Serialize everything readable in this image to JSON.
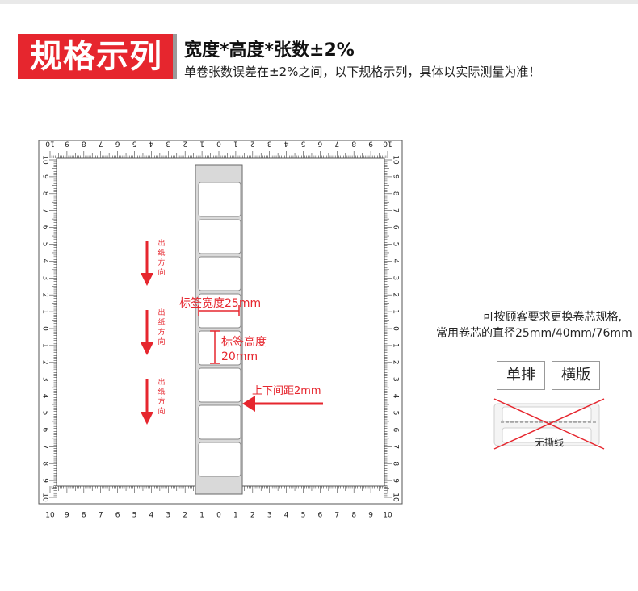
{
  "header": {
    "badge": "规格示列",
    "headline": "宽度*高度*张数±2%",
    "subline": "单卷张数误差在±2%之间，以下规格示列，具体以实际测量为准！"
  },
  "ruler": {
    "top_labels": [
      "10",
      "9",
      "8",
      "7",
      "6",
      "5",
      "4",
      "3",
      "2",
      "1",
      "0",
      "1",
      "2",
      "3",
      "4",
      "5",
      "6",
      "7",
      "8",
      "9",
      "10"
    ],
    "bottom_labels": [
      "10",
      "9",
      "8",
      "7",
      "6",
      "5",
      "4",
      "3",
      "2",
      "1",
      "0",
      "1",
      "2",
      "3",
      "4",
      "5",
      "6",
      "7",
      "8",
      "9",
      "10"
    ],
    "left_labels": [
      "10",
      "9",
      "8",
      "7",
      "6",
      "5",
      "4",
      "3",
      "2",
      "1",
      "0",
      "1",
      "2",
      "3",
      "4",
      "5",
      "6",
      "7",
      "8",
      "9",
      "10"
    ],
    "right_labels": [
      "10",
      "9",
      "8",
      "7",
      "6",
      "5",
      "4",
      "3",
      "2",
      "1",
      "0",
      "1",
      "2",
      "3",
      "4",
      "5",
      "6",
      "7",
      "8",
      "9",
      "10"
    ]
  },
  "annotations": {
    "feed_direction": "出纸方向",
    "label_width": "标签宽度25mm",
    "label_height_line1": "标签高度",
    "label_height_line2": "20mm",
    "gap": "上下间距2mm"
  },
  "side_note": {
    "line1": "可按顾客要求更换卷芯规格,",
    "line2": "常用卷芯的直径25mm/40mm/76mm"
  },
  "options": {
    "single_row": "单排",
    "landscape": "横版",
    "no_tear_line": "无撕线"
  },
  "colors": {
    "accent": "#e6262e",
    "label_border": "#888888",
    "liner": "#d9d9d9"
  }
}
